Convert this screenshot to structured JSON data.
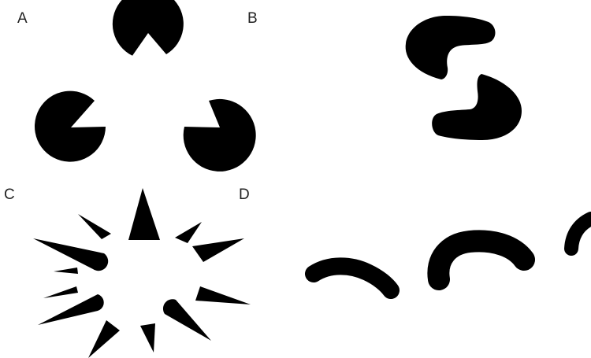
{
  "panels": [
    {
      "label": "A",
      "content": "kanizsa-triangle"
    },
    {
      "label": "B",
      "content": "interlocking-shapes"
    },
    {
      "label": "C",
      "content": "illusory-circle-from-spikes"
    },
    {
      "label": "D",
      "content": "illusory-contour-arcs"
    }
  ],
  "colors": {
    "background": "#ffffff",
    "ink": "#000000",
    "label": "#222222"
  }
}
